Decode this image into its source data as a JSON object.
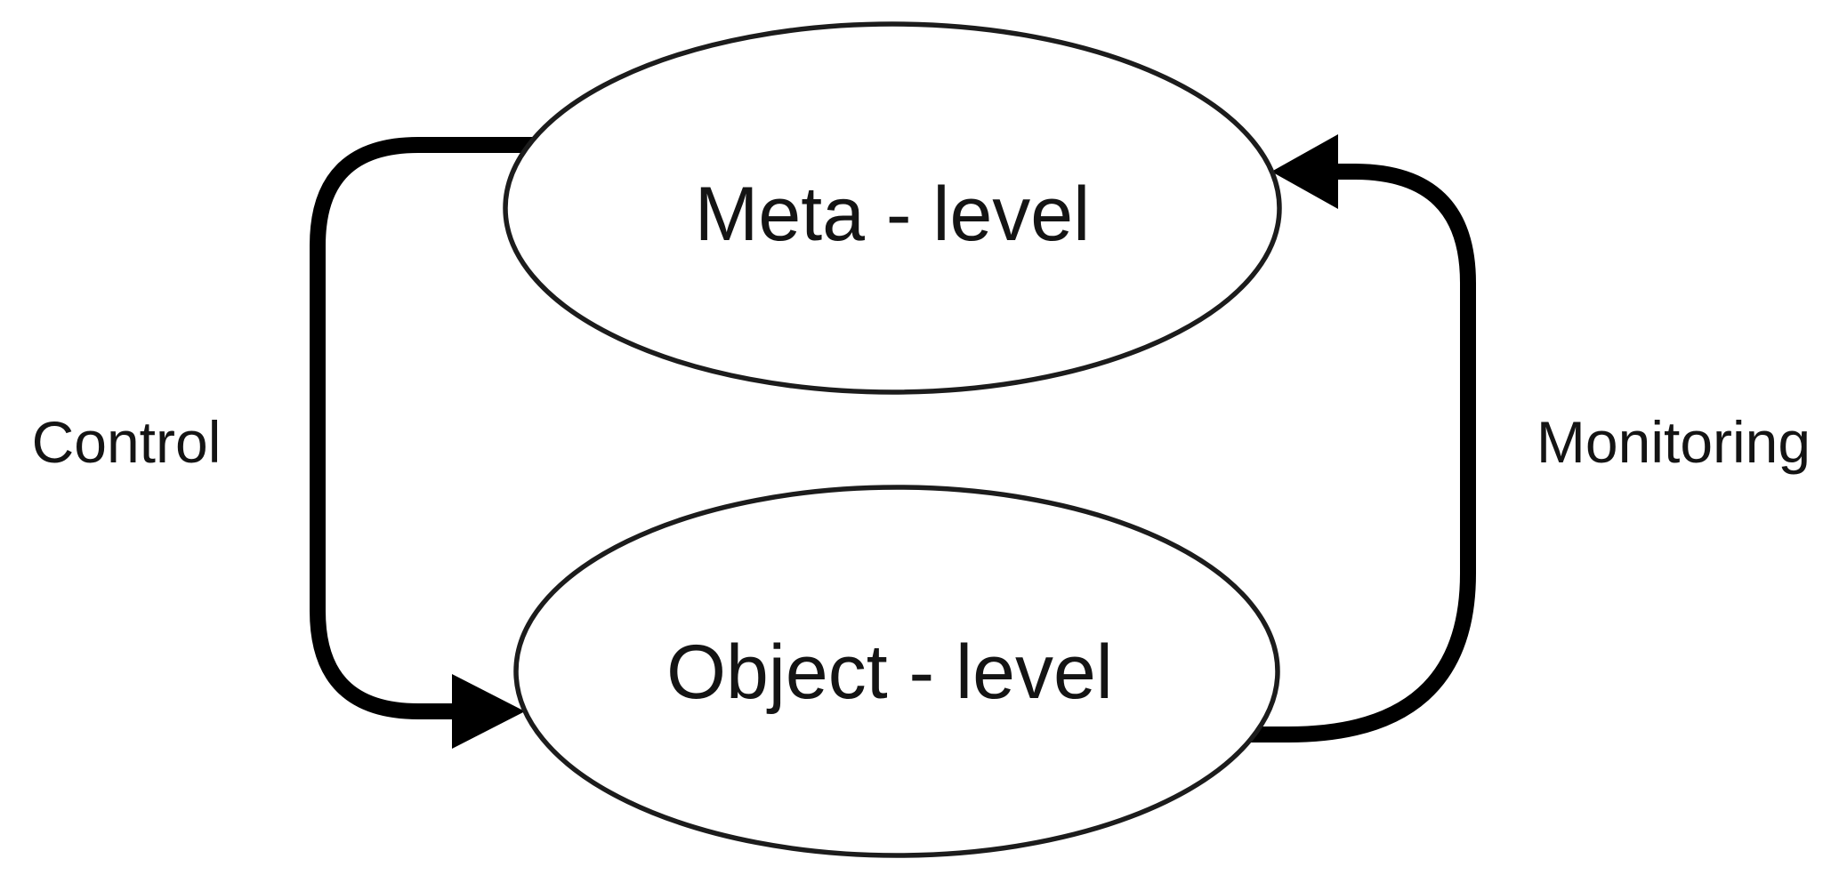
{
  "diagram": {
    "type": "flow-cycle",
    "background_color": "#ffffff",
    "ink_color": "#000000",
    "node_outline_color": "#1c1c1c",
    "text_color": "#141414",
    "nodes": [
      {
        "id": "meta-level",
        "label": "Meta - level",
        "shape": "ellipse"
      },
      {
        "id": "object-level",
        "label": "Object - level",
        "shape": "ellipse"
      }
    ],
    "edges": [
      {
        "id": "control",
        "label": "Control",
        "from": "meta-level",
        "to": "object-level",
        "side": "left"
      },
      {
        "id": "monitoring",
        "label": "Monitoring",
        "from": "object-level",
        "to": "meta-level",
        "side": "right"
      }
    ]
  }
}
